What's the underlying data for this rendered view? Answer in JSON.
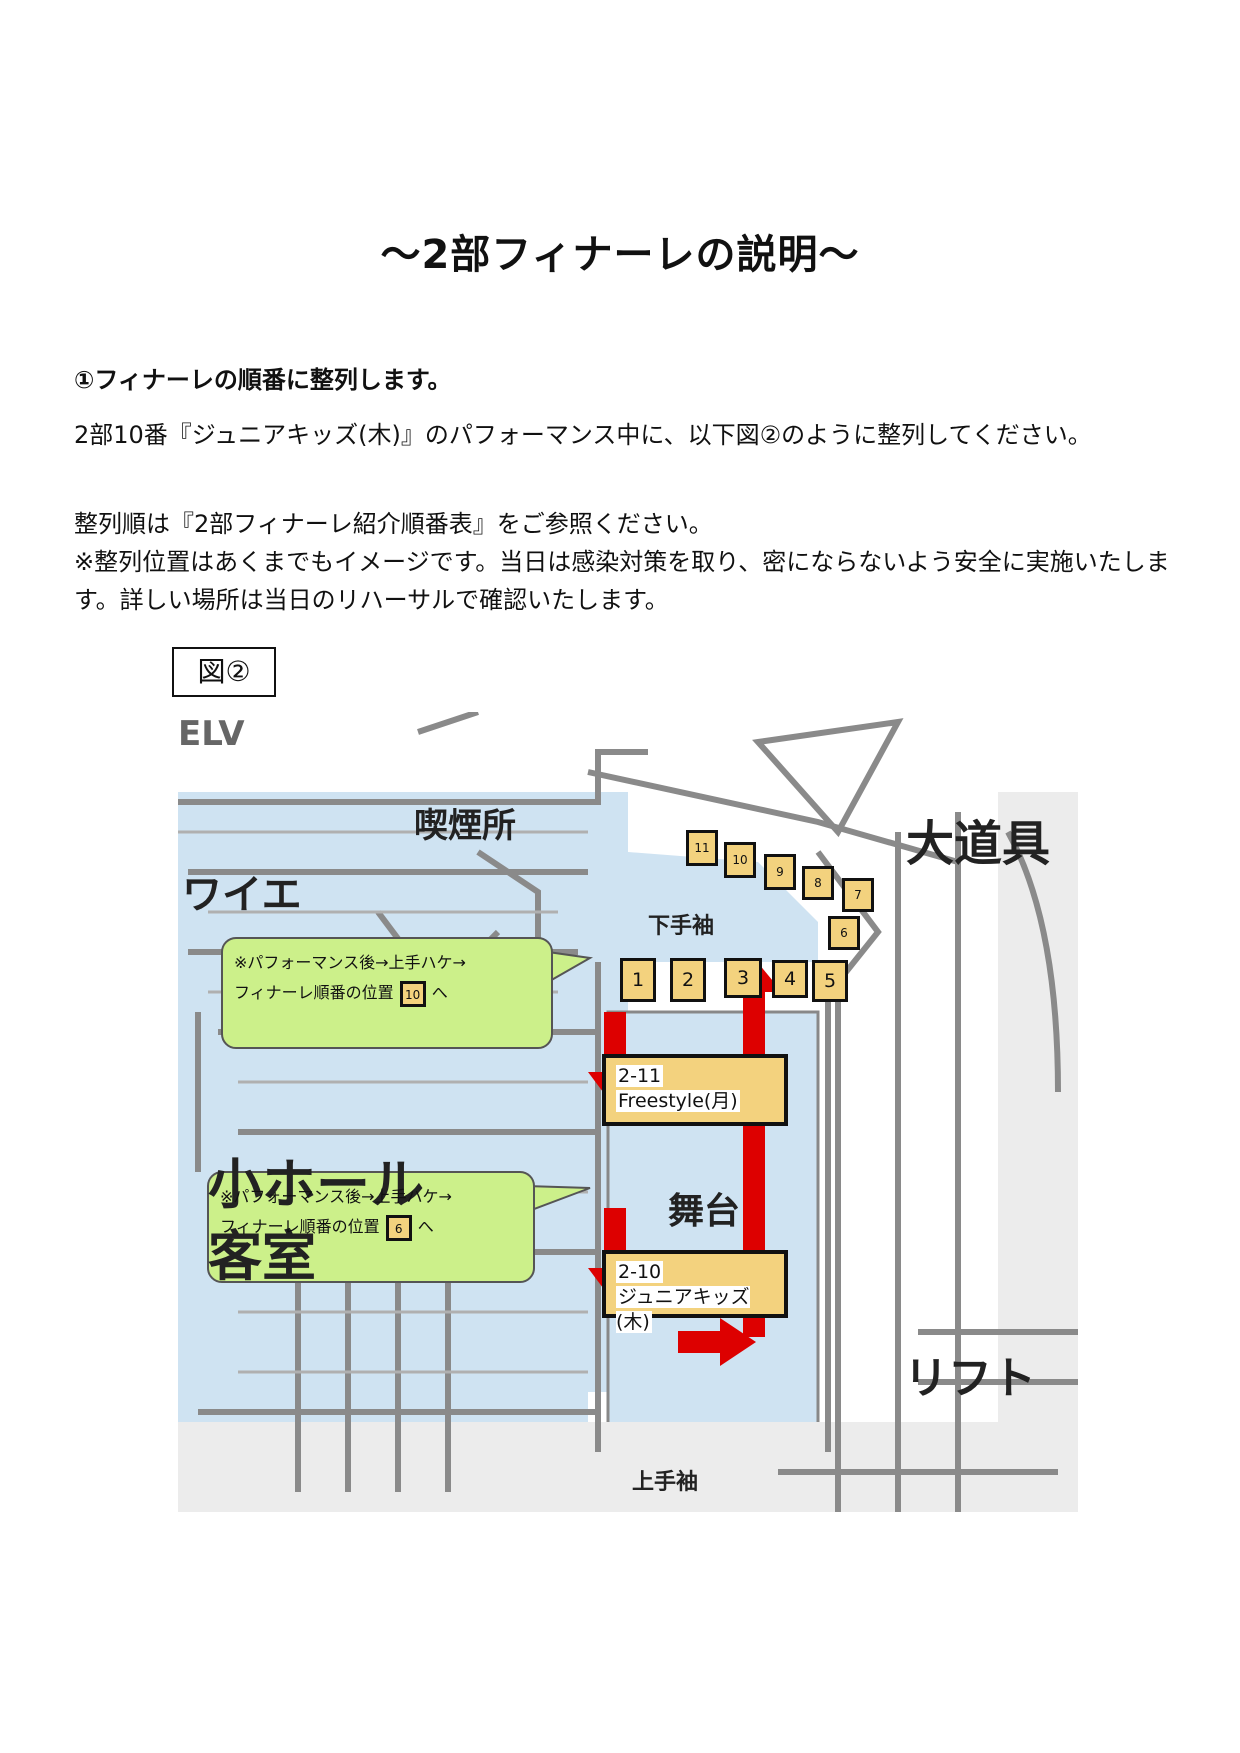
{
  "title": "〜2部フィナーレの説明〜",
  "section_heading": "①フィナーレの順番に整列します。",
  "paragraphs": [
    "2部10番『ジュニアキッズ(木)』のパフォーマンス中に、以下図②のように整列してください。",
    "整列順は『2部フィナーレ紹介順番表』をご参照ください。",
    "※整列位置はあくまでもイメージです。当日は感染対策を取り、密にならないよう安全に実施いたします。詳しい場所は当日のリハーサルで確認いたします。"
  ],
  "figure_label": "図②",
  "map": {
    "labels": {
      "elv": "ELV",
      "smoking": "喫煙所",
      "foyer": "ワイエ",
      "big_props": "大道具",
      "shimote": "下手袖",
      "stage": "舞台",
      "small_hall_line1": "小ホール",
      "small_hall_line2": "客室",
      "lift": "リフト",
      "kamite": "上手袖"
    },
    "positions": [
      "1",
      "2",
      "3",
      "4",
      "5",
      "6",
      "7",
      "8",
      "9",
      "10",
      "11"
    ],
    "group_2_11": {
      "number": "2-11",
      "name": "Freestyle(月)"
    },
    "group_2_10": {
      "number": "2-10",
      "name": "ジュニアキッズ(木)"
    },
    "note_2_11": {
      "line1": "※パフォーマンス後→上手ハケ→",
      "line2_pre": "フィナーレ順番の位置",
      "box": "10",
      "line2_post": "へ"
    },
    "note_2_10": {
      "line1": "※パフォーマンス後→上手ハケ→",
      "line2_pre": "フィナーレ順番の位置",
      "box": "6",
      "line2_post": "へ"
    },
    "colors": {
      "room_fill": "#cfe3f2",
      "position_fill": "#f3d27e",
      "note_fill": "#ccf08a",
      "arrow": "#dd0000"
    }
  }
}
